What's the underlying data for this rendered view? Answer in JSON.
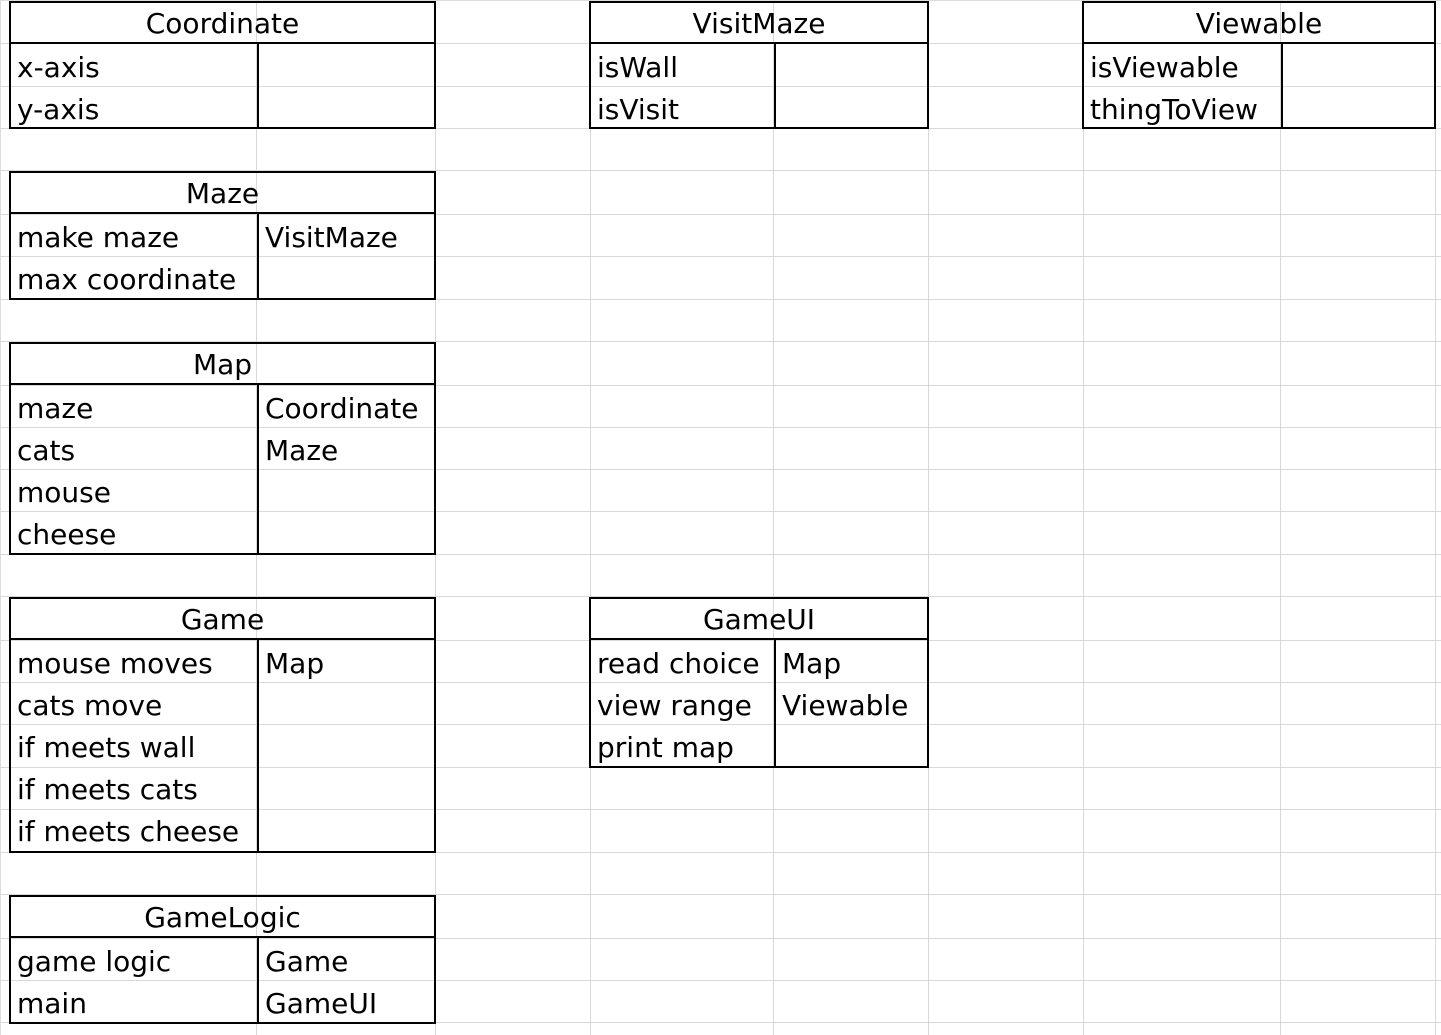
{
  "cards": [
    {
      "name": "Coordinate",
      "responsibilities": [
        "x-axis",
        "y-axis"
      ],
      "collaborators": []
    },
    {
      "name": "VisitMaze",
      "responsibilities": [
        "isWall",
        "isVisit"
      ],
      "collaborators": []
    },
    {
      "name": "Viewable",
      "responsibilities": [
        "isViewable",
        "thingToView"
      ],
      "collaborators": []
    },
    {
      "name": "Maze",
      "responsibilities": [
        "make maze",
        "max coordinate"
      ],
      "collaborators": [
        "VisitMaze"
      ]
    },
    {
      "name": "Map",
      "responsibilities": [
        "maze",
        "cats",
        "mouse",
        "cheese"
      ],
      "collaborators": [
        "Coordinate",
        "Maze"
      ]
    },
    {
      "name": "Game",
      "responsibilities": [
        "mouse moves",
        "cats move",
        "if meets wall",
        "if meets cats",
        "if meets cheese"
      ],
      "collaborators": [
        "Map"
      ]
    },
    {
      "name": "GameUI",
      "responsibilities": [
        "read choice",
        "view range",
        "print map"
      ],
      "collaborators": [
        "Map",
        "Viewable"
      ]
    },
    {
      "name": "GameLogic",
      "responsibilities": [
        "game logic",
        "main"
      ],
      "collaborators": [
        "Game",
        "GameUI"
      ]
    }
  ]
}
